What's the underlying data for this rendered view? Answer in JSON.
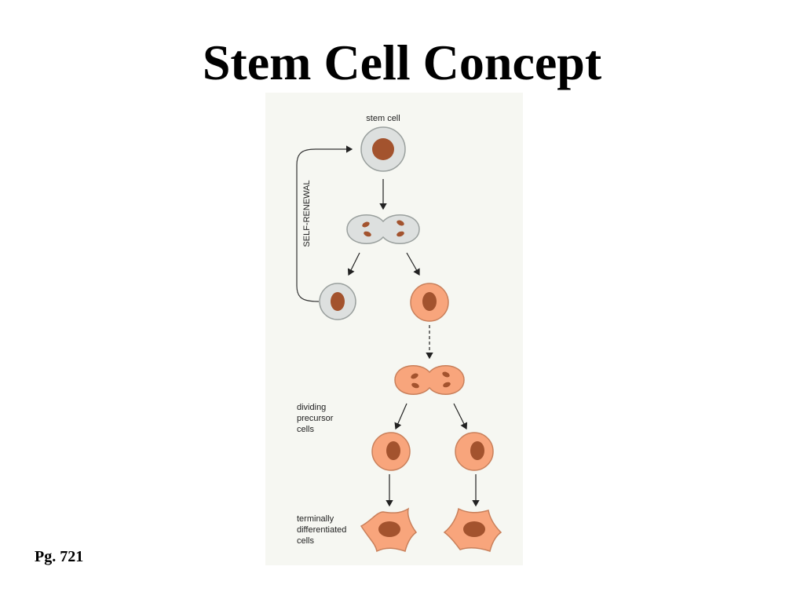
{
  "slide": {
    "title": "Stem Cell Concept",
    "page_ref": "Pg. 721"
  },
  "figure": {
    "stem_cell_label": "stem cell",
    "self_renewal_label": "SELF-RENEWAL",
    "dividing_label_lines": [
      "dividing",
      "precursor",
      "cells"
    ],
    "terminal_label_lines": [
      "terminally",
      "differentiated",
      "cells"
    ]
  },
  "colors": {
    "stem_cell_fill": "#dde0df",
    "precursor_fill": "#f8a57c",
    "nucleus": "#a3532e",
    "figure_bg": "#f6f7f2"
  }
}
